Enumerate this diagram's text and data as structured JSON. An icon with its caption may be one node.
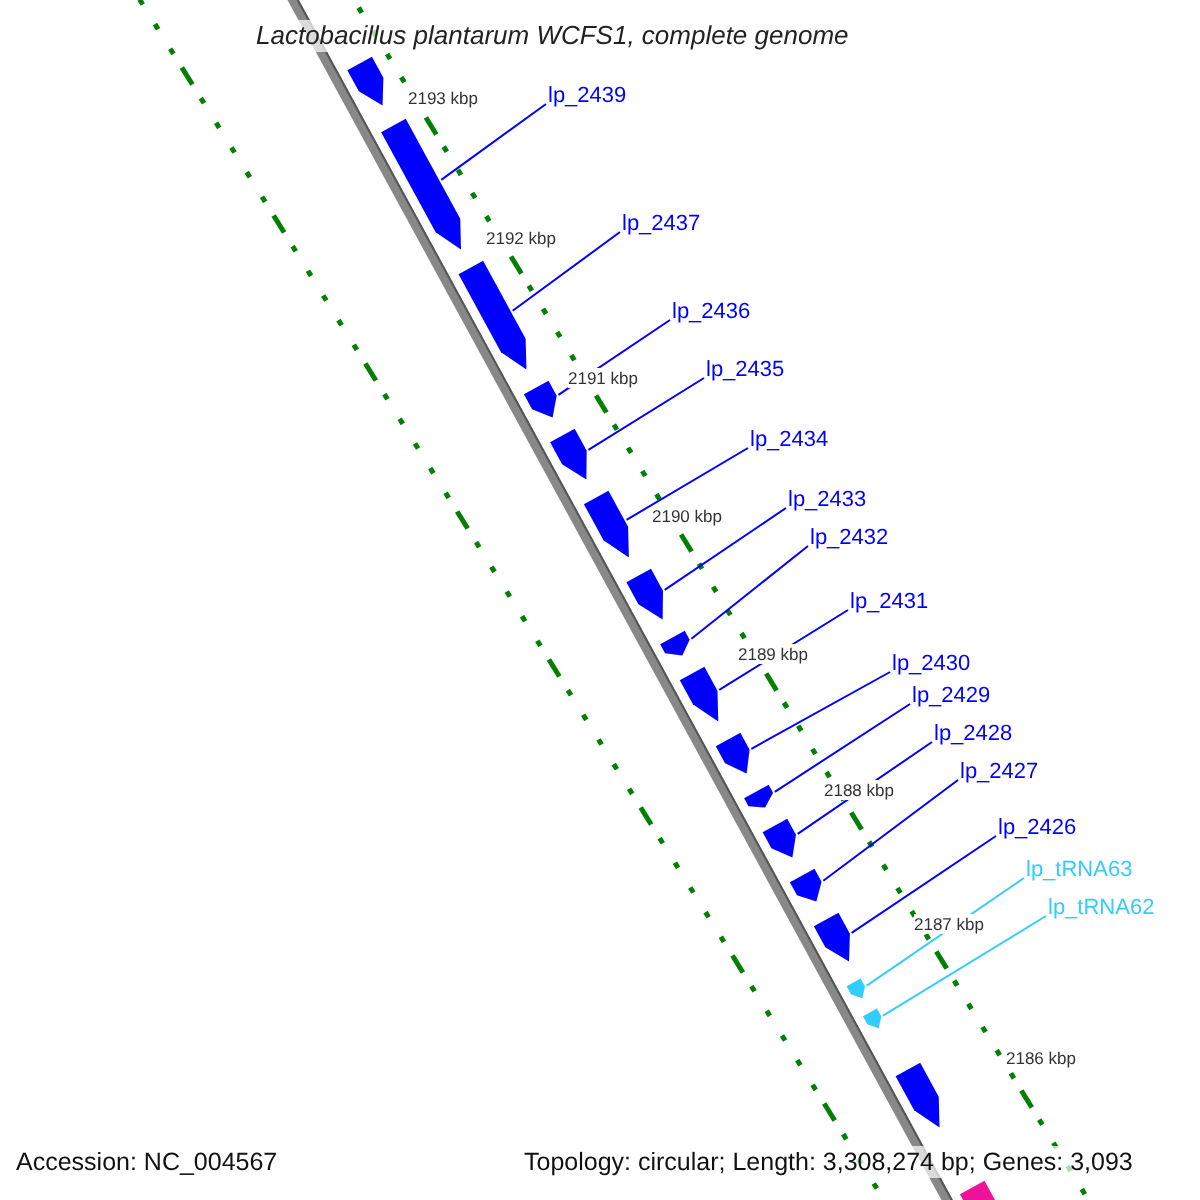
{
  "diagram": {
    "title": "Lactobacillus plantarum WCFS1, complete genome",
    "nodes": [
      {
        "text": [
          "lp_2439"
        ]
      },
      {
        "text": [
          "lp_2437"
        ]
      },
      {
        "text": [
          "lp_2436"
        ]
      },
      {
        "text": [
          "lp_2435"
        ]
      },
      {
        "text": [
          "lp_2434"
        ]
      },
      {
        "text": [
          "lp_2433"
        ]
      },
      {
        "text": [
          "lp_2432"
        ]
      },
      {
        "text": [
          "lp_2431"
        ]
      },
      {
        "text": [
          "lp_2430"
        ]
      },
      {
        "text": [
          "lp_2429"
        ]
      },
      {
        "text": [
          "lp_2428"
        ]
      },
      {
        "text": [
          "lp_2427"
        ]
      },
      {
        "text": [
          "lp_2426"
        ]
      },
      {
        "text": [
          "lp_tRNA63"
        ]
      },
      {
        "text": [
          "lp_tRNA62"
        ]
      },
      {
        "text": [],
        "shape": "pentagon"
      },
      {
        "text": [],
        "shape": "pentagon"
      },
      {
        "text": [],
        "shape": "pentagon"
      },
      {
        "text": [],
        "shape": "pentagon"
      },
      {
        "text": [],
        "shape": "pentagon"
      },
      {
        "text": [],
        "shape": "pentagon"
      },
      {
        "text": [],
        "shape": "pentagon"
      },
      {
        "text": [],
        "shape": "pentagon"
      },
      {
        "text": [],
        "shape": "pentagon"
      },
      {
        "text": [],
        "shape": "pentagon"
      },
      {
        "text": [],
        "shape": "pentagon"
      },
      {
        "text": [],
        "shape": "pentagon"
      },
      {
        "text": [],
        "shape": "pentagon"
      },
      {
        "text": [],
        "shape": "pentagon"
      },
      {
        "text": [],
        "shape": "pentagon"
      },
      {
        "text": [],
        "shape": "pentagon"
      },
      {
        "text": [],
        "shape": "pentagon"
      },
      {
        "text": [],
        "shape": "pentagon"
      }
    ],
    "edges": [
      {
        "from": 0,
        "to": 16,
        "arrow": "none"
      },
      {
        "from": 1,
        "to": 17,
        "arrow": "none"
      },
      {
        "from": 2,
        "to": 18,
        "arrow": "none"
      },
      {
        "from": 3,
        "to": 19,
        "arrow": "none"
      },
      {
        "from": 4,
        "to": 20,
        "arrow": "none"
      },
      {
        "from": 5,
        "to": 21,
        "arrow": "none"
      },
      {
        "from": 6,
        "to": 22,
        "arrow": "none"
      },
      {
        "from": 7,
        "to": 23,
        "arrow": "none"
      },
      {
        "from": 8,
        "to": 24,
        "arrow": "none"
      },
      {
        "from": 9,
        "to": 25,
        "arrow": "none"
      },
      {
        "from": 10,
        "to": 26,
        "arrow": "none"
      },
      {
        "from": 11,
        "to": 27,
        "arrow": "none"
      },
      {
        "from": 12,
        "to": 28,
        "arrow": "none"
      },
      {
        "from": 13,
        "to": 29,
        "arrow": "none",
        "color": "#33ccff"
      },
      {
        "from": 14,
        "to": 30,
        "arrow": "none",
        "color": "#33ccff"
      }
    ],
    "labels": [
      "2193 kbp",
      "2192 kbp",
      "2191 kbp",
      "2190 kbp",
      "2189 kbp",
      "2188 kbp",
      "2187 kbp",
      "2186 kbp",
      "Accession: NC_004567",
      "Topology: circular; Length: 3,308,274 bp; Genes: 3,093"
    ]
  }
}
